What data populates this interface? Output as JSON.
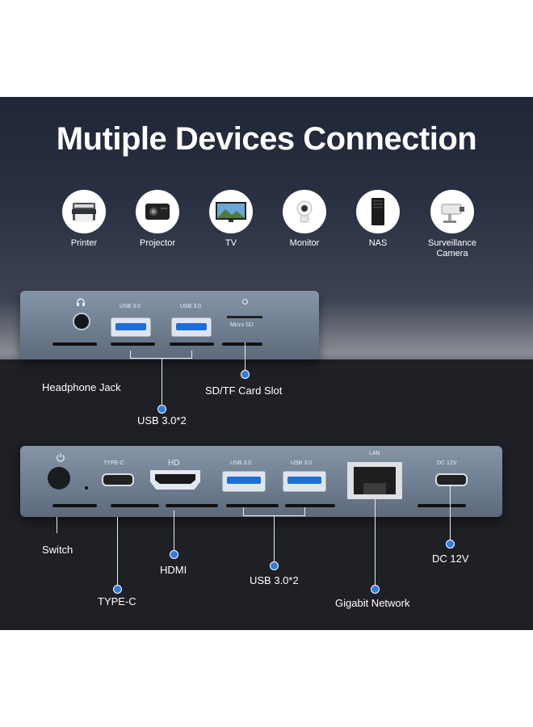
{
  "title": "Mutiple Devices Connection",
  "devices": [
    {
      "label": "Printer",
      "icon": "printer-icon"
    },
    {
      "label": "Projector",
      "icon": "projector-icon"
    },
    {
      "label": "TV",
      "icon": "tv-icon"
    },
    {
      "label": "Monitor",
      "icon": "security-monitor-icon"
    },
    {
      "label": "NAS",
      "icon": "nas-icon"
    },
    {
      "label": "Surveillance Camera",
      "icon": "surveillance-camera-icon"
    }
  ],
  "front": {
    "usb_label_1": "USB 3.0",
    "usb_label_2": "USB 3.0",
    "micro_sd": "Micro SD",
    "callouts": {
      "headphone": "Headphone Jack",
      "sd": "SD/TF Card Slot",
      "usb": "USB 3.0*2"
    }
  },
  "rear": {
    "typec_label": "TYPE-C",
    "hd_label": "HD",
    "usb_label_1": "USB 3.0",
    "usb_label_2": "USB 3.0",
    "lan_label": "LAN",
    "dc_label": "DC 12V",
    "callouts": {
      "switch": "Switch",
      "typec": "TYPE-C",
      "hdmi": "HDMI",
      "usb": "USB 3.0*2",
      "network": "Gigabit Network",
      "dc": "DC 12V"
    }
  },
  "colors": {
    "accent": "#2f7de1",
    "usb_blue": "#1d6fd8"
  }
}
